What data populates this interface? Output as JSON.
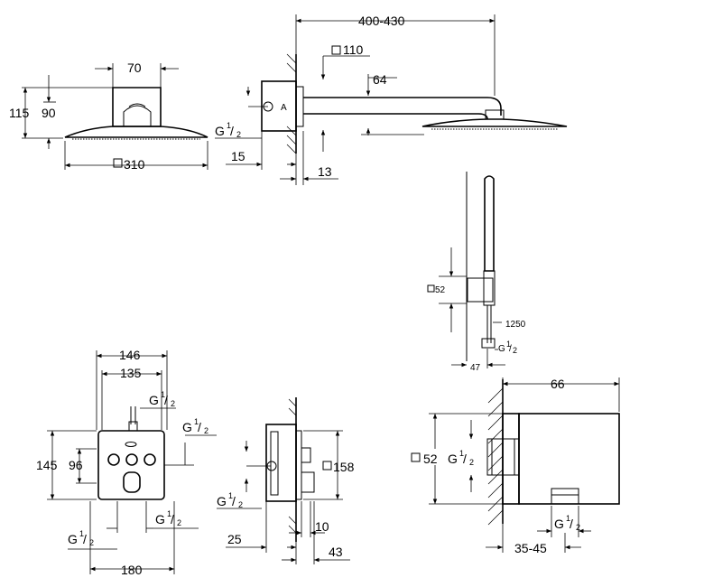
{
  "diagram": {
    "head_shower": {
      "width_70": "70",
      "height_115": "115",
      "height_90": "90",
      "square_310": "310"
    },
    "wall_arm": {
      "length": "400-430",
      "square_110": "110",
      "dim_64": "64",
      "dim_15": "15",
      "dim_13": "13",
      "thread_main": "G",
      "thread_num": "1",
      "thread_den": "2"
    },
    "hand_shower": {
      "square_52": "52",
      "hose": "1250",
      "dim_47": "47",
      "thread_main": "G",
      "thread_num": "1",
      "thread_den": "2"
    },
    "thermostat": {
      "w146": "146",
      "w135": "135",
      "h145": "145",
      "h96": "96",
      "w180": "180",
      "g_top": "G",
      "g_right": "G",
      "g_br": "G",
      "g_bl": "G",
      "num": "1",
      "den": "2"
    },
    "thermostat_side": {
      "square_158": "158",
      "dim_10": "10",
      "dim_25": "25",
      "dim_43": "43",
      "thread_main": "G",
      "num": "1",
      "den": "2"
    },
    "wall_outlet": {
      "dim_66": "66",
      "square_52": "52",
      "range": "35-45",
      "g_side": "G",
      "g_bottom": "G",
      "num": "1",
      "den": "2"
    }
  }
}
